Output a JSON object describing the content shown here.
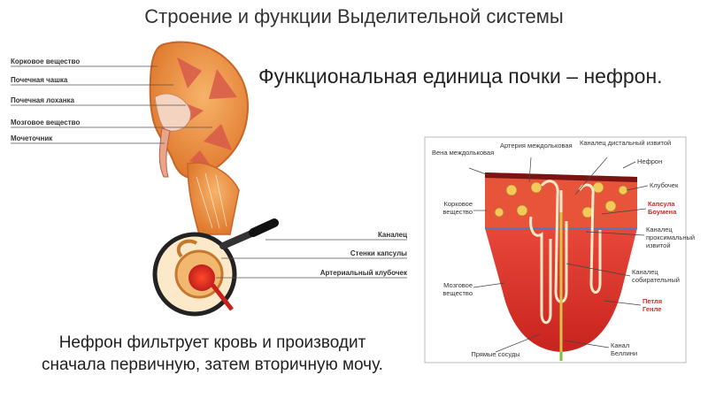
{
  "title": "Строение и функции Выделительной системы",
  "heading": "Функциональная единица почки – нефрон.",
  "caption": "Нефрон фильтрует кровь и производит сначала первичную, затем вторичную мочу.",
  "kidney_labels": [
    "Корковое вещество",
    "Почечная чашка",
    "Почечная лоханка",
    "Мозговое вещество",
    "Мочеточник"
  ],
  "magnifier_labels": [
    "Каналец",
    "Стенки капсулы",
    "Артериальный клубочек"
  ],
  "panel_labels": {
    "vein": "Вена междольковая",
    "artery": "Артерия междольковая",
    "distal": "Каналец дистальный извитой",
    "nephron": "Нефрон",
    "cortex": "Корковое вещество",
    "glomerulus": "Клубочек",
    "capsule": "Капсула Боумена",
    "proximal": "Каналец проксимальный извитой",
    "medulla": "Мозговое вещество",
    "collecting": "Каналец собирательный",
    "henle": "Петля Генле",
    "straight": "Прямые сосуды",
    "bellini": "Канал Беллини"
  },
  "colors": {
    "cortex": "#f0a646",
    "medulla": "#e04a2a",
    "panel_red": "#d9301f",
    "accent_label": "#d12b2b"
  }
}
